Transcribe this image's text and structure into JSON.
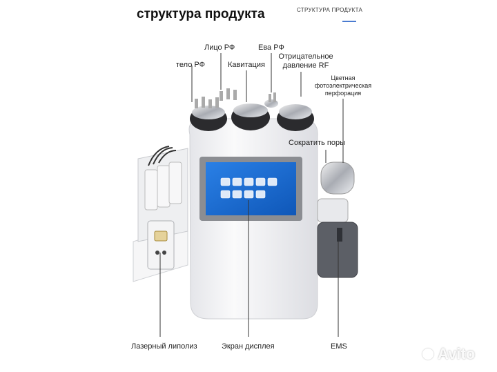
{
  "title": "структура продукта",
  "corner_caption": "СТРУКТУРА ПРОДУКТА",
  "labels": {
    "body_rf": "тело РФ",
    "face_rf": "Лицо РФ",
    "cavitation": "Кавитация",
    "eye_rf": "Ева РФ",
    "negative_rf": "Отрицательное давление RF",
    "color_photo": "Цветная фотоэлектрическая перфорация",
    "shrink_pores": "Сократить поры",
    "laser_lipo": "Лазерный липолиз",
    "display": "Экран дисплея",
    "ems": "EMS"
  },
  "watermark": "Avito",
  "colors": {
    "accent": "#4a7bd0",
    "screen_blue": "#1f6fd6",
    "device_body": "#f4f4f6"
  }
}
